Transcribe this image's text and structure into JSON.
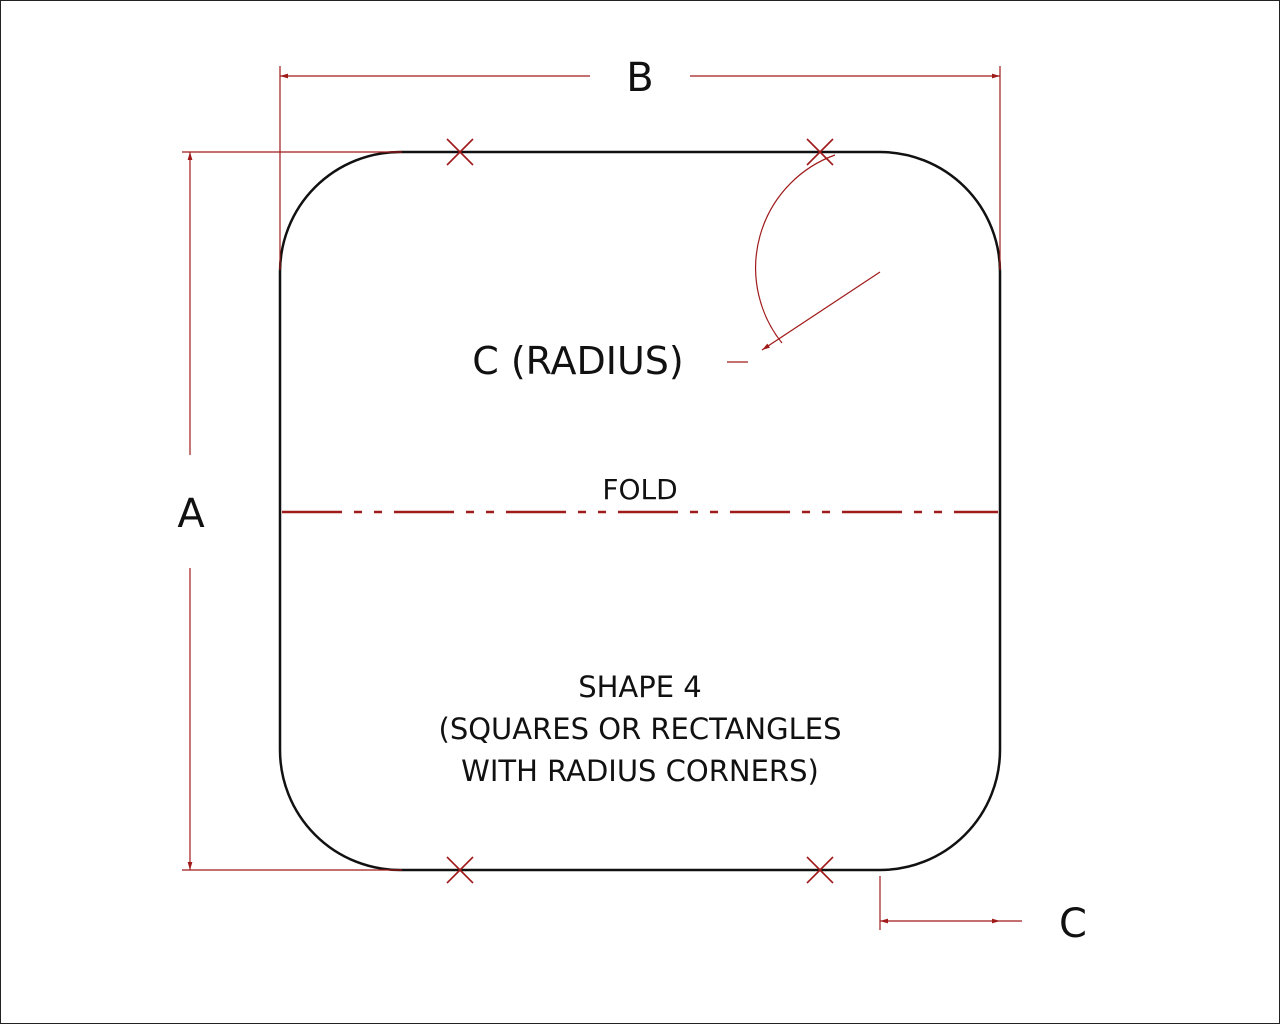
{
  "diagram": {
    "colors": {
      "outline": "#111111",
      "dimension": "#a01a1a",
      "fold": "#a01a1a",
      "background": "#ffffff"
    },
    "labels": {
      "dim_a": "A",
      "dim_b": "B",
      "dim_c": "C",
      "radius": "C (RADIUS)",
      "fold": "FOLD",
      "shape_title": "SHAPE 4",
      "shape_desc_line1": "(SQUARES OR RECTANGLES",
      "shape_desc_line2": "WITH RADIUS CORNERS)"
    }
  }
}
